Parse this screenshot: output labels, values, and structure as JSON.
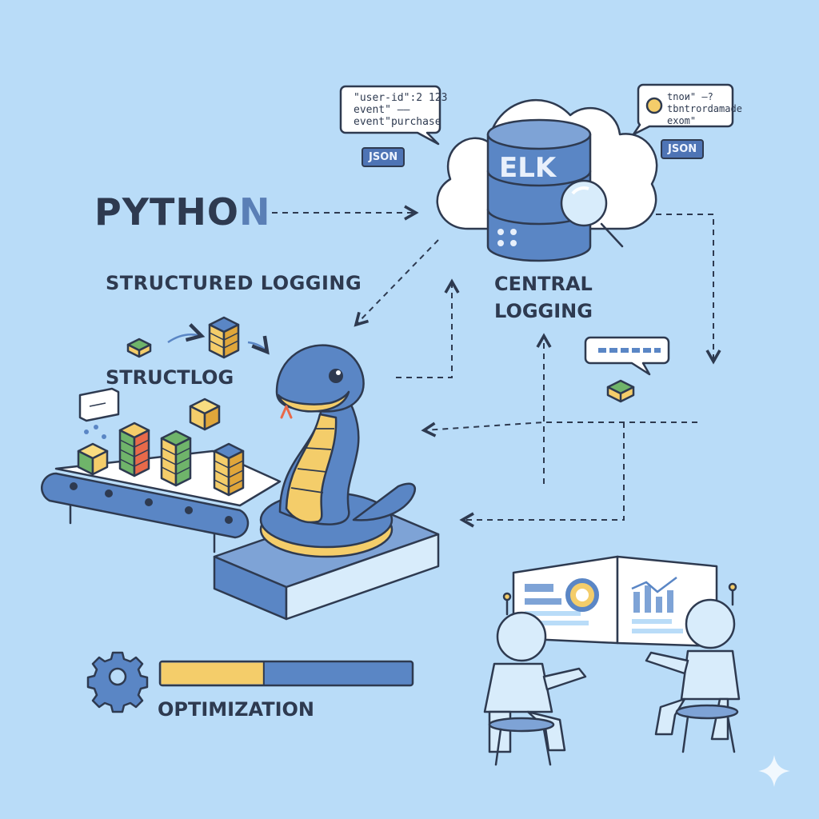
{
  "labels": {
    "python_main": "PYTHO",
    "python_last": "N",
    "structured_logging": "STRUCTURED LOGGING",
    "structlog": "STRUCTLOG",
    "central_line1": "CENTRAL",
    "central_line2": "LOGGING",
    "optimization": "OPTIMIZATION",
    "elk": "ELK"
  },
  "bubbles": {
    "left": {
      "line1": "\"user-id\":2 123",
      "line2": "event\" ——",
      "line3": "event\"purchase",
      "tag": "JSON"
    },
    "right": {
      "line1": "tnoи\" —?",
      "line2": "tbntrordamade",
      "line3": "exom\"",
      "tag": "JSON"
    }
  },
  "progress": {
    "filled_fraction": 0.41,
    "fill_color": "#f4cd6a",
    "rest_color": "#5a86c5"
  },
  "colors": {
    "background": "#b9dcf8",
    "accent_blue": "#5a86c5",
    "accent_yellow": "#f4cd6a",
    "outline": "#2e3a50",
    "cube_green": "#6fb46a"
  },
  "icons": [
    "gear-icon",
    "magnifier-icon",
    "cloud-icon",
    "database-icon",
    "snake-icon",
    "robot-icon",
    "conveyor-icon",
    "sparkle-icon"
  ]
}
